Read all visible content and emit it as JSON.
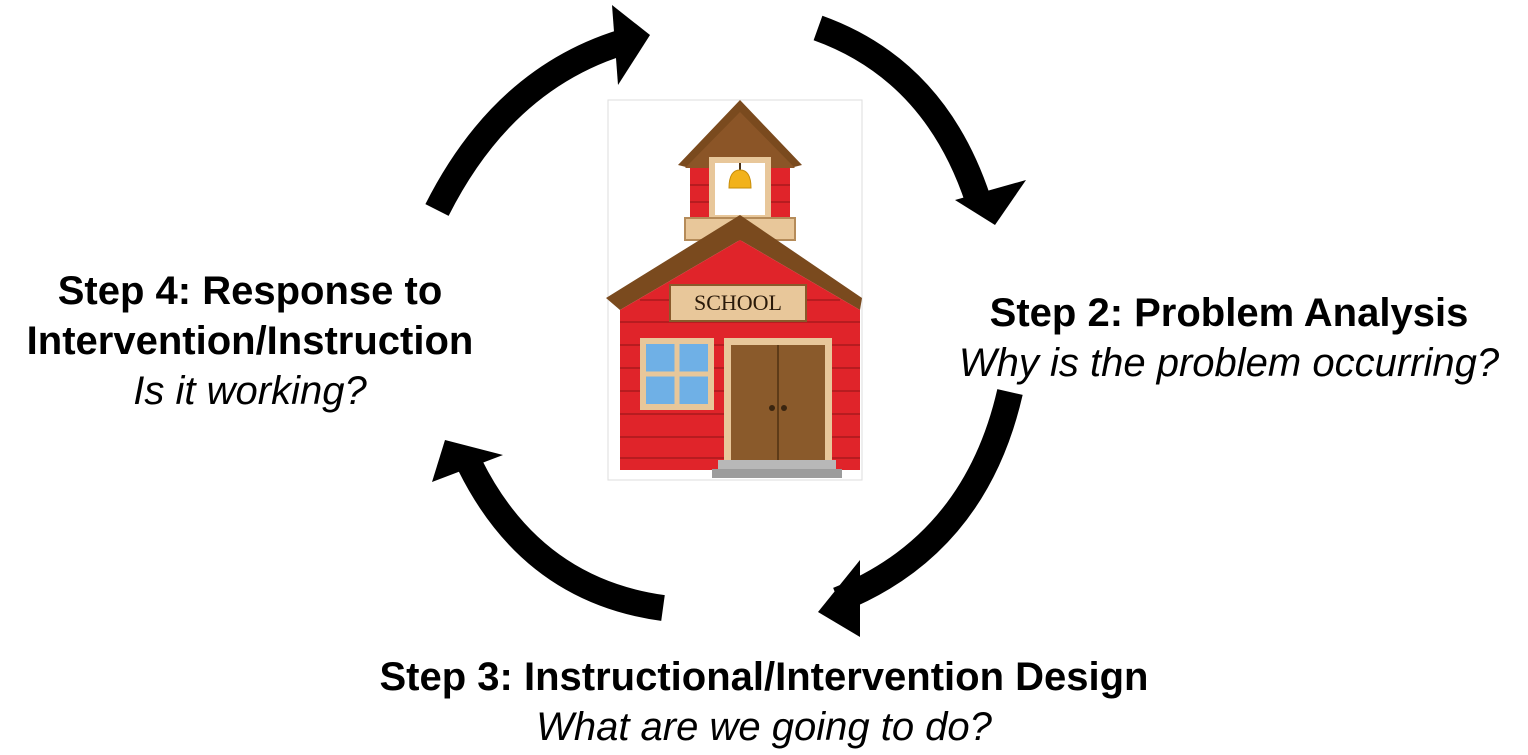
{
  "steps": {
    "step4": {
      "title_line1": "Step 4: Response to",
      "title_line2": "Intervention/Instruction",
      "question": "Is it working?"
    },
    "step2": {
      "title": "Step 2: Problem Analysis",
      "question": "Why is the problem occurring?"
    },
    "step3": {
      "title": "Step 3: Instructional/Intervention Design",
      "question": "What are we going to do?"
    }
  },
  "school": {
    "sign": "SCHOOL"
  },
  "colors": {
    "arrow": "#000000",
    "building_red": "#e0242a",
    "roof_brown": "#7a4a1e",
    "trim_tan": "#e8c79a",
    "window_blue": "#6fb0e6",
    "bell_gold": "#f2b21b",
    "door_brown": "#8a5a2b"
  }
}
